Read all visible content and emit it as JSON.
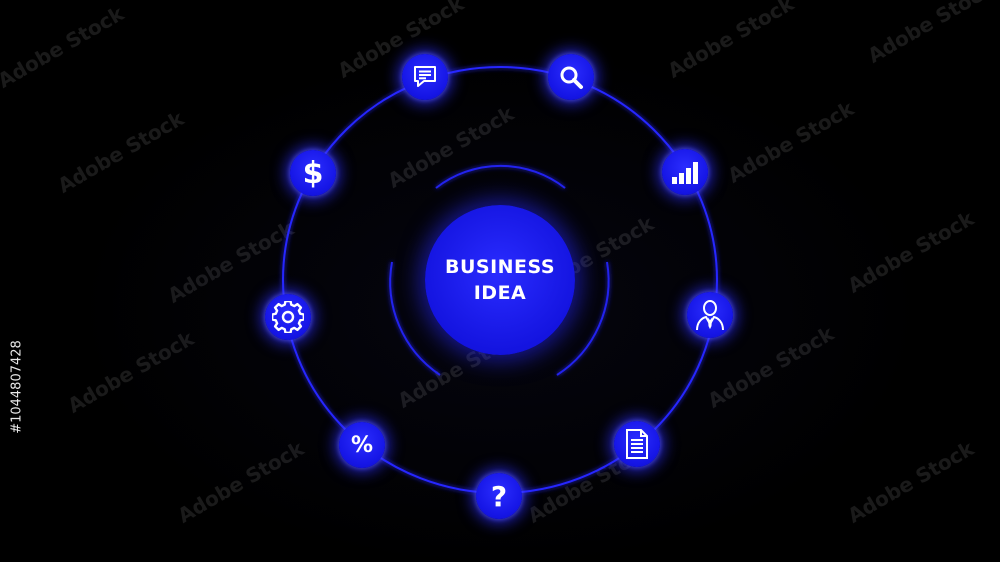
{
  "center": {
    "line1": "BUSINESS",
    "line2": "IDEA"
  },
  "nodes": [
    {
      "name": "chat-icon",
      "glyph": ""
    },
    {
      "name": "search-icon",
      "glyph": ""
    },
    {
      "name": "dollar-icon",
      "glyph": "$"
    },
    {
      "name": "bar-chart-icon",
      "glyph": ""
    },
    {
      "name": "gear-icon",
      "glyph": ""
    },
    {
      "name": "businessman-icon",
      "glyph": ""
    },
    {
      "name": "percent-icon",
      "glyph": "%"
    },
    {
      "name": "document-icon",
      "glyph": ""
    },
    {
      "name": "question-icon",
      "glyph": "?"
    }
  ],
  "watermark": {
    "text": "Adobe Stock"
  },
  "stock_id": "#1044807428",
  "colors": {
    "background": "#000000",
    "accent": "#1a1aff",
    "ring": "#2a2aff",
    "text": "#ffffff"
  }
}
